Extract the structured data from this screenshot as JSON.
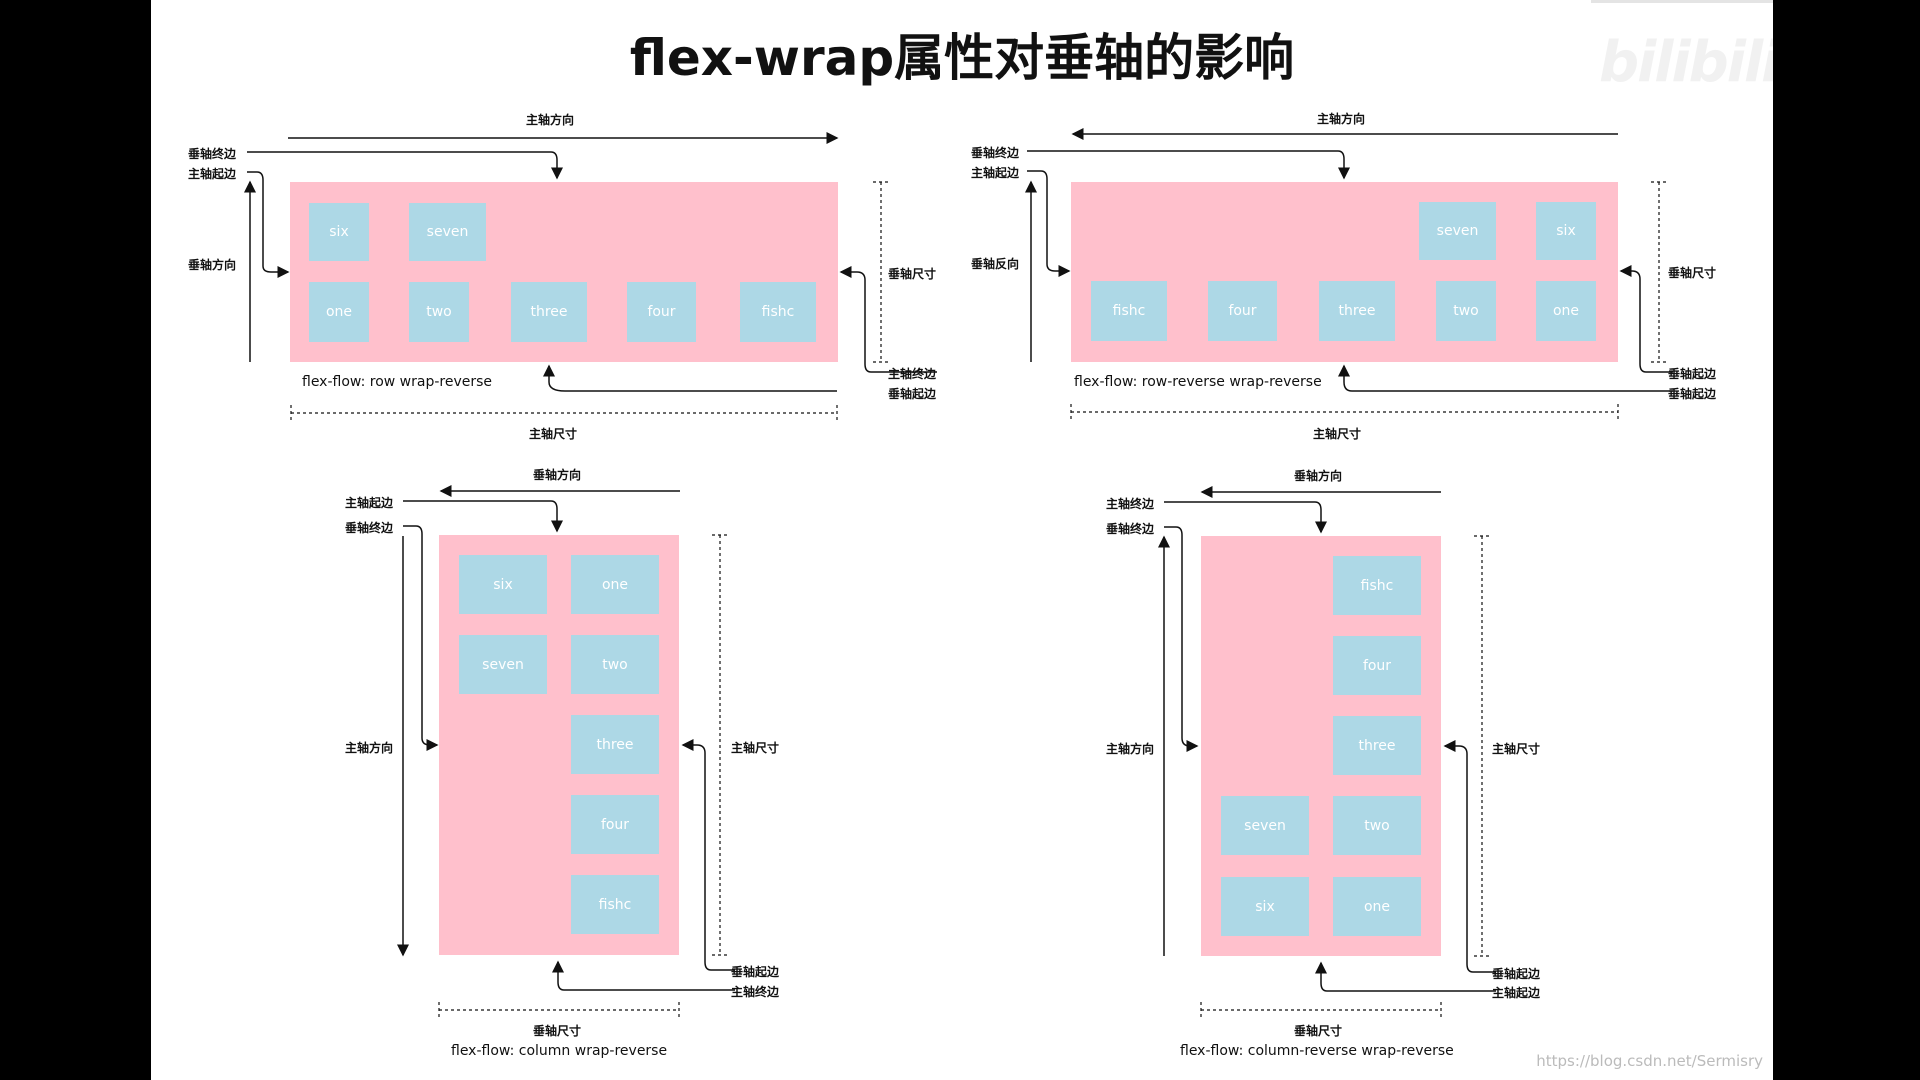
{
  "title": "flex-wrap属性对垂轴的影响",
  "watermark": "bilibili",
  "credit": "https://blog.csdn.net/Sermisry",
  "labels": {
    "main_dir": "主轴方向",
    "cross_dir": "垂轴方向",
    "cross_rev": "垂轴反向",
    "main_start": "主轴起边",
    "main_end": "主轴终边",
    "cross_start": "垂轴起边",
    "cross_end": "垂轴终边",
    "main_size": "主轴尺寸",
    "cross_size": "垂轴尺寸"
  },
  "diagrams": [
    {
      "caption": "flex-flow: row wrap-reverse",
      "items": [
        "six",
        "seven",
        "one",
        "two",
        "three",
        "four",
        "fishc"
      ]
    },
    {
      "caption": "flex-flow: row-reverse wrap-reverse",
      "items": [
        "seven",
        "six",
        "fishc",
        "four",
        "three",
        "two",
        "one"
      ]
    },
    {
      "caption": "flex-flow: column wrap-reverse",
      "items": [
        "six",
        "one",
        "seven",
        "two",
        "three",
        "four",
        "fishc"
      ]
    },
    {
      "caption": "flex-flow: column-reverse wrap-reverse",
      "items": [
        "fishc",
        "four",
        "three",
        "seven",
        "two",
        "six",
        "one"
      ]
    }
  ],
  "colors": {
    "container": "#ffc0cc",
    "item": "#add8e6"
  }
}
